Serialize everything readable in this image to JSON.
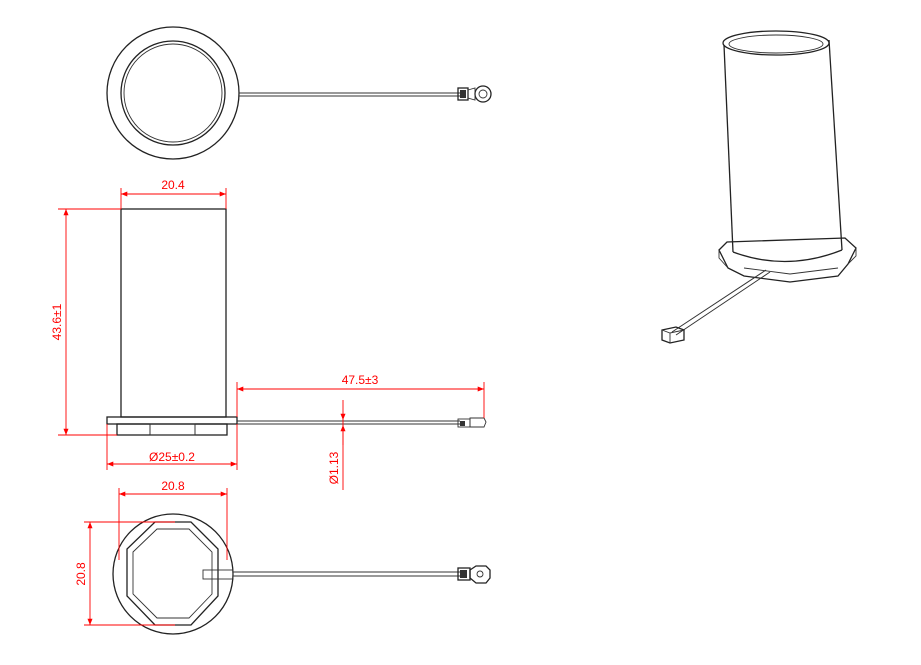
{
  "dimensions": {
    "body_width": "20.4",
    "body_height": "43.6±1",
    "cable_length": "47.5±3",
    "flange_diameter": "Ø25±0.2",
    "cable_diameter": "Ø1.13",
    "base_width": "20.8",
    "base_height": "20.8"
  },
  "colors": {
    "dimension": "#ff0000",
    "outline": "#222222"
  }
}
